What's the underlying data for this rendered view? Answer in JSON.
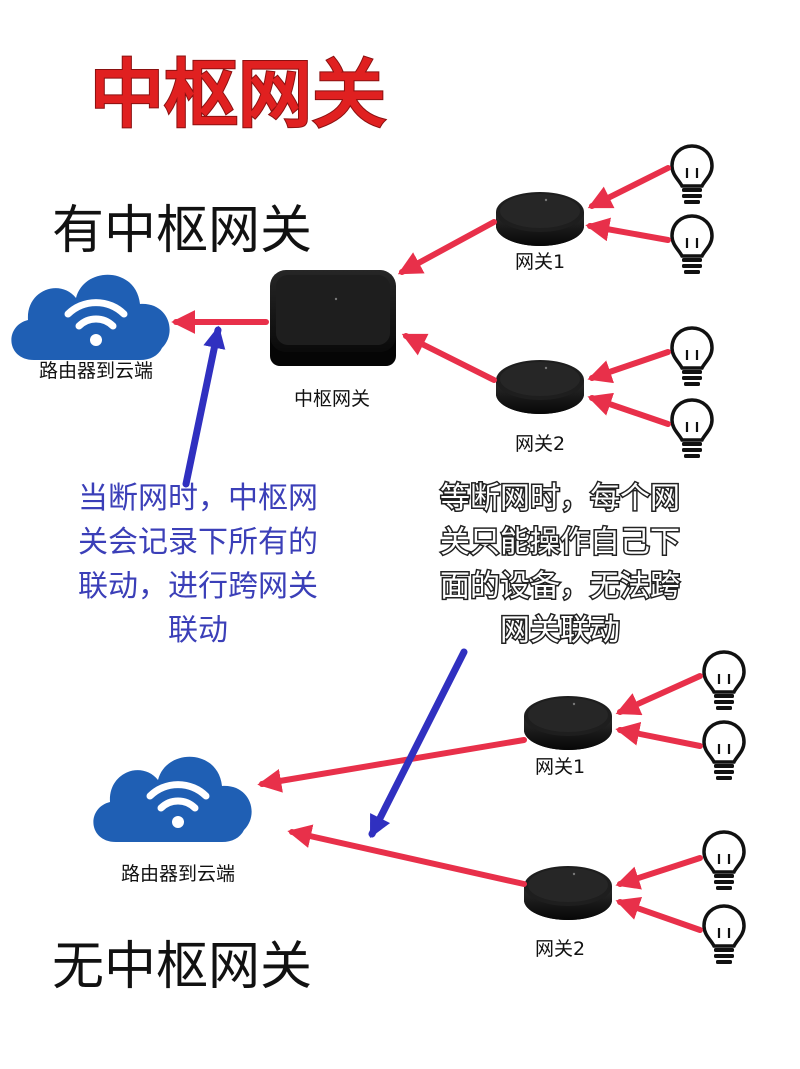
{
  "title": "中枢网关",
  "sections": {
    "with_hub": "有中枢网关",
    "without_hub": "无中枢网关"
  },
  "labels": {
    "router_top": "路由器到云端",
    "hub": "中枢网关",
    "gateway1_top": "网关1",
    "gateway2_top": "网关2",
    "router_bottom": "路由器到云端",
    "gateway1_bottom": "网关1",
    "gateway2_bottom": "网关2"
  },
  "notes": {
    "with_hub_lines": [
      "当断网时，中枢网",
      "关会记录下所有的",
      "联动，进行跨网关",
      "联动"
    ],
    "without_hub_lines": [
      "等断网时，每个网",
      "关只能操作自己下",
      "面的设备，无法跨",
      "网关联动"
    ]
  },
  "icons": {
    "cloud": "cloud-wifi-icon",
    "gateway": "round-gateway-icon",
    "hub": "square-hub-icon",
    "bulb": "light-bulb-icon"
  },
  "colors": {
    "title": "#e02020",
    "arrow_red": "#e8304a",
    "arrow_blue": "#3030c0",
    "cloud": "#1f5fb4",
    "device": "#151515"
  }
}
